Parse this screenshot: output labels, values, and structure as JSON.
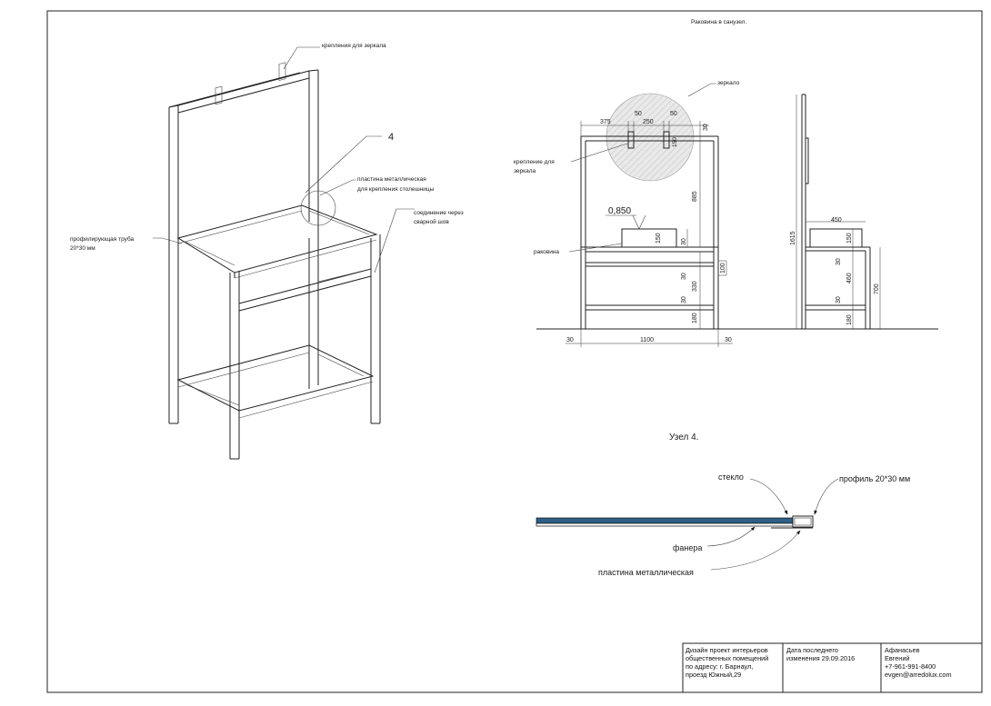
{
  "sheet_title": "Раковина в санузел.",
  "iso": {
    "mirror_mount_label": "крепления для зеркала",
    "callout_number": "4",
    "plate_label_l1": "пластина металлическая",
    "plate_label_l2": "для крепления столешницы",
    "weld_label_l1": "соединение через",
    "weld_label_l2": "сварной шов",
    "tube_label_l1": "профилирующая труба",
    "tube_label_l2": "20*30 мм"
  },
  "front": {
    "mirror_label": "зеркало",
    "mount_label_l1": "крепление для",
    "mount_label_l2": "зеркала",
    "sink_label": "раковина",
    "level_mark": "0,850",
    "dims": {
      "d375": "375",
      "d50a": "50",
      "d250": "250",
      "d50b": "50",
      "d30top": "30",
      "d150mount": "150",
      "d885": "885",
      "d150sink": "150",
      "d30a": "30",
      "d100": "100",
      "d30b": "30",
      "d330": "330",
      "d30c": "30",
      "d180": "180",
      "d30left": "30",
      "d1100": "1100",
      "d30right": "30"
    }
  },
  "side": {
    "dims": {
      "d450": "450",
      "d1615": "1615",
      "d150": "150",
      "d30a": "30",
      "d460": "460",
      "d700": "700",
      "d30b": "30",
      "d180": "180"
    }
  },
  "node": {
    "title": "Узел 4.",
    "glass_label": "стекло",
    "profile_label": "профиль 20*30 мм",
    "plywood_label": "фанера",
    "plate_label": "пластина металлическая"
  },
  "title_block": {
    "project_l1": "Дизайн проект интерьеров",
    "project_l2": "общественных помещений",
    "project_l3": "по адресу: г. Барнаул,",
    "project_l4": "проезд Южный,29",
    "date_l1": "Дата последнего",
    "date_l2": "изменения 29.09.2016",
    "author_l1": "Афанасьев",
    "author_l2": "Евгений",
    "author_phone": "+7-961-991-8400",
    "author_email": "evgen@arredolux.com"
  },
  "colors": {
    "line": "#222222",
    "mirror_fill": "#e4e4e4",
    "glass_fill": "#2f5f86",
    "plywood_fill": "#ffffff"
  }
}
